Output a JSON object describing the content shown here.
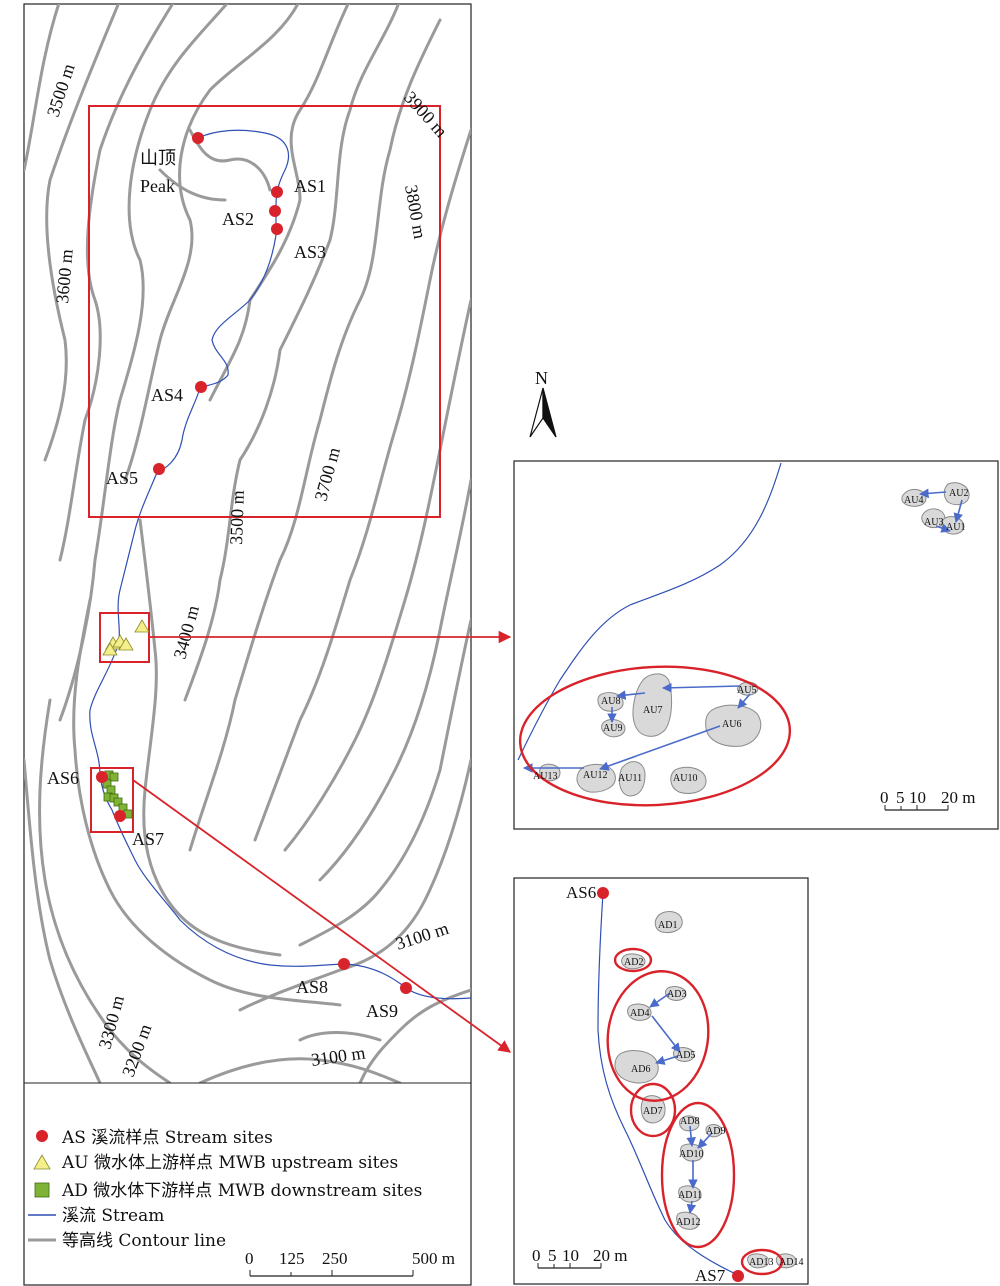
{
  "contour_labels": [
    "3500 m",
    "3900 m",
    "3800 m",
    "3600 m",
    "3700 m",
    "3500 m",
    "3400 m",
    "3300 m",
    "3200 m",
    "3100 m",
    "3100 m"
  ],
  "peak": {
    "cn": "山顶",
    "en": "Peak"
  },
  "stream_sites": [
    "AS1",
    "AS2",
    "AS3",
    "AS4",
    "AS5",
    "AS6",
    "AS7",
    "AS8",
    "AS9"
  ],
  "north": "N",
  "legend": [
    {
      "label": "AS 溪流样点 Stream sites",
      "symbol": "red-dot"
    },
    {
      "label": "AU 微水体上游样点 MWB upstream sites",
      "symbol": "yellow-triangle"
    },
    {
      "label": "AD 微水体下游样点 MWB downstream sites",
      "symbol": "green-square"
    },
    {
      "label": "溪流 Stream",
      "symbol": "blue-line"
    },
    {
      "label": "等高线 Contour line",
      "symbol": "gray-line"
    }
  ],
  "main_scale": {
    "ticks": [
      "0",
      "125",
      "250",
      "500 m"
    ]
  },
  "upstream_inset": {
    "sites": [
      "AU1",
      "AU2",
      "AU3",
      "AU4",
      "AU5",
      "AU6",
      "AU7",
      "AU8",
      "AU9",
      "AU10",
      "AU11",
      "AU12",
      "AU13"
    ],
    "scale": {
      "ticks": [
        "0",
        "5",
        "10",
        "20 m"
      ]
    }
  },
  "downstream_inset": {
    "stream_labels": [
      "AS6",
      "AS7"
    ],
    "sites": [
      "AD1",
      "AD2",
      "AD3",
      "AD4",
      "AD5",
      "AD6",
      "AD7",
      "AD8",
      "AD9",
      "AD10",
      "AD11",
      "AD12",
      "AD13",
      "AD14"
    ],
    "scale": {
      "ticks": [
        "0",
        "5",
        "10",
        "20 m"
      ]
    }
  },
  "colors": {
    "site": "#d9232b",
    "stream": "#2f4fb3",
    "contour": "#9a9a9a",
    "highlight": "#d9232b",
    "au": "#f4ef8a",
    "ad": "#7fb335"
  }
}
